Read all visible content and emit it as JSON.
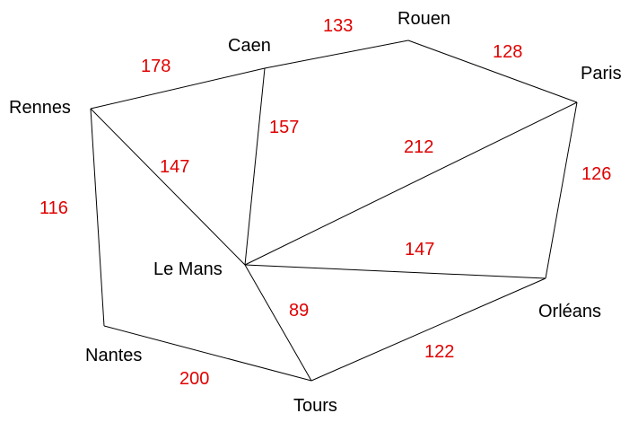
{
  "colors": {
    "edge": "#000000",
    "city_label": "#000000",
    "distance_label": "#e00000"
  },
  "graph": {
    "nodes": [
      {
        "id": "rennes",
        "label": "Rennes"
      },
      {
        "id": "caen",
        "label": "Caen"
      },
      {
        "id": "rouen",
        "label": "Rouen"
      },
      {
        "id": "paris",
        "label": "Paris"
      },
      {
        "id": "lemans",
        "label": "Le Mans"
      },
      {
        "id": "orleans",
        "label": "Orléans"
      },
      {
        "id": "nantes",
        "label": "Nantes"
      },
      {
        "id": "tours",
        "label": "Tours"
      }
    ],
    "edges": [
      {
        "from": "rennes",
        "to": "caen",
        "weight": "178"
      },
      {
        "from": "caen",
        "to": "rouen",
        "weight": "133"
      },
      {
        "from": "rouen",
        "to": "paris",
        "weight": "128"
      },
      {
        "from": "paris",
        "to": "orleans",
        "weight": "126"
      },
      {
        "from": "caen",
        "to": "lemans",
        "weight": "157"
      },
      {
        "from": "rennes",
        "to": "lemans",
        "weight": "147"
      },
      {
        "from": "lemans",
        "to": "paris",
        "weight": "212"
      },
      {
        "from": "rennes",
        "to": "nantes",
        "weight": "116"
      },
      {
        "from": "lemans",
        "to": "orleans",
        "weight": "147"
      },
      {
        "from": "lemans",
        "to": "tours",
        "weight": "89"
      },
      {
        "from": "nantes",
        "to": "tours",
        "weight": "200"
      },
      {
        "from": "tours",
        "to": "orleans",
        "weight": "122"
      }
    ]
  }
}
